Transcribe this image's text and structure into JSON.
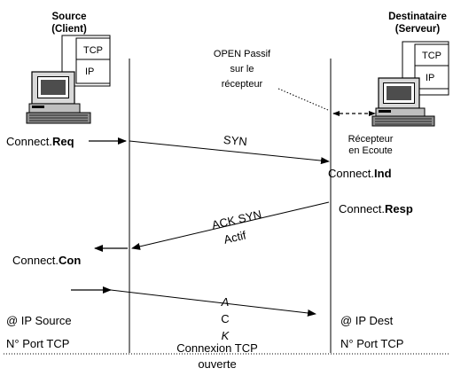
{
  "source": {
    "title_line1": "Source",
    "title_line2": "(Client)",
    "stack_top": "TCP",
    "stack_bottom": "IP"
  },
  "dest": {
    "title_line1": "Destinataire",
    "title_line2": "(Serveur)",
    "stack_top": "TCP",
    "stack_bottom": "IP"
  },
  "open_note": {
    "line1": "OPEN Passif",
    "line2": "sur le",
    "line3": "récepteur"
  },
  "listener_note": {
    "line1": "Récepteur",
    "line2": "en Ecoute"
  },
  "primitives": {
    "req_prefix": "Connect.",
    "req_bold": "Req",
    "ind_prefix": "Connect.",
    "ind_bold": "Ind",
    "resp_prefix": "Connect.",
    "resp_bold": "Resp",
    "con_prefix": "Connect.",
    "con_bold": "Con"
  },
  "messages": {
    "syn": "SYN",
    "ack_syn": "ACK SYN",
    "actif": "Actif",
    "ack_letters": [
      "A",
      "C",
      "K"
    ]
  },
  "footer": {
    "ip_source": "@ IP Source",
    "port_source": "N° Port TCP",
    "ip_dest": "@ IP Dest",
    "port_dest": "N° Port TCP",
    "connection_line1": "Connexion TCP",
    "connection_line2": "ouverte"
  }
}
